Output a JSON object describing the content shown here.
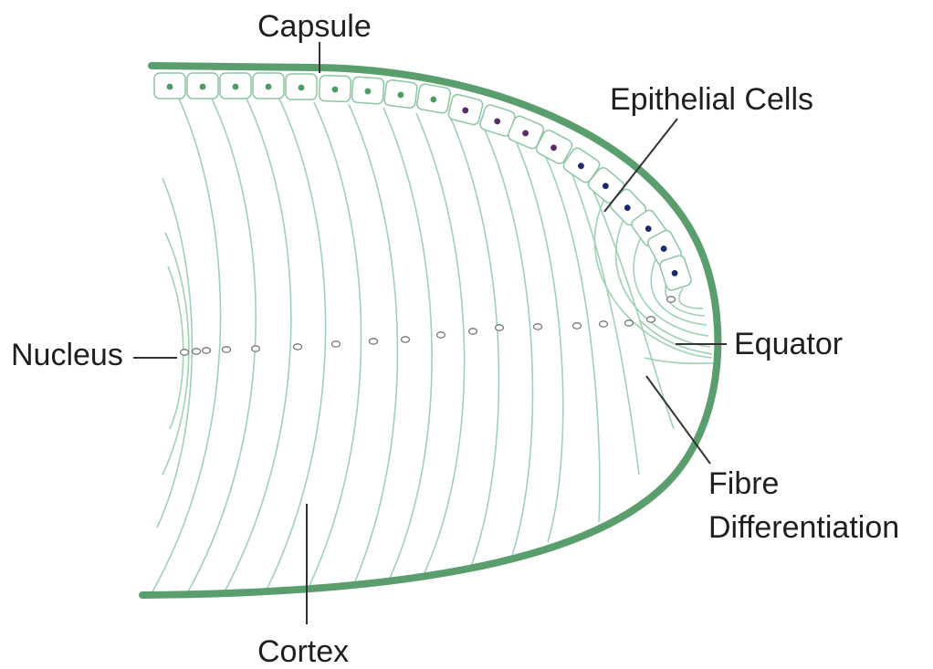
{
  "labels": {
    "capsule": "Capsule",
    "epithelial_cells": "Epithelial Cells",
    "nucleus": "Nucleus",
    "equator": "Equator",
    "fibre_line1": "Fibre",
    "fibre_line2": "Differentiation",
    "cortex": "Cortex"
  },
  "colors": {
    "capsule": "#5a9e6e",
    "fibre": "#9fd2b4",
    "cell_nucleus_green": "#4c9a64",
    "cell_nucleus_purple": "#5a2b66",
    "cell_nucleus_navy": "#1c2a6b",
    "leader": "#333333",
    "text": "#1f1f1f"
  }
}
